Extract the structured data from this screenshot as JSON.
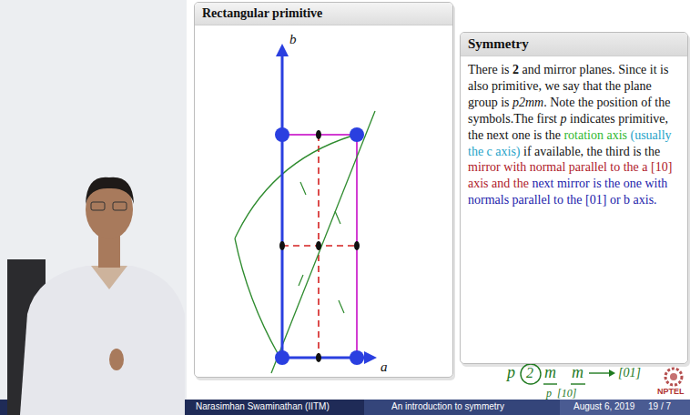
{
  "diagram": {
    "nodes": [
      {
        "text": [
          "Rectangular primitive"
        ]
      },
      {
        "text": [
          "Symmetry",
          "There is",
          "2",
          "and mirror planes. Since it is also primitive, we say that the plane group is",
          "p2mm",
          ". Note the position of the symbols.The first",
          "p",
          "indicates primitive, the next one is the",
          "rotation axis",
          "(usually the c axis)",
          "if available, the third is the",
          "mirror with normal parallel to the a [10] axis and the",
          "next mirror is the one with normals parallel to the [01] or b axis."
        ]
      }
    ],
    "labels": [
      "b",
      "a",
      "p",
      "2",
      "m",
      "m",
      "[01]",
      "p",
      "[10]",
      "Narasimhan Swaminathan (IITM)",
      "An introduction to symmetry",
      "August 6, 2019",
      "19 / 7",
      "NPTEL"
    ]
  }
}
